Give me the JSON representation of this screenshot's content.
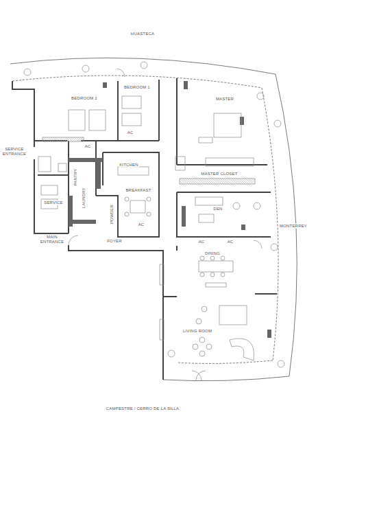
{
  "diagram": {
    "labels": [
      "HUASTECA",
      "BEDROOM 2",
      "BEDROOM 1",
      "MASTER",
      "AC",
      "AC",
      "SERVICE ENTRANCE",
      "KITCHEN",
      "PANTRY",
      "MASTER CLOSET",
      "SERVICE",
      "LAUNDRY",
      "BREAKFAST",
      "POWDER",
      "DEN",
      "AC",
      "MONTERREY",
      "MAIN ENTRANCE",
      "FOYER",
      "AC",
      "AC",
      "DINING",
      "LIVING ROOM",
      "CAMPESTRE / CERRO DE LA SILLA"
    ]
  }
}
